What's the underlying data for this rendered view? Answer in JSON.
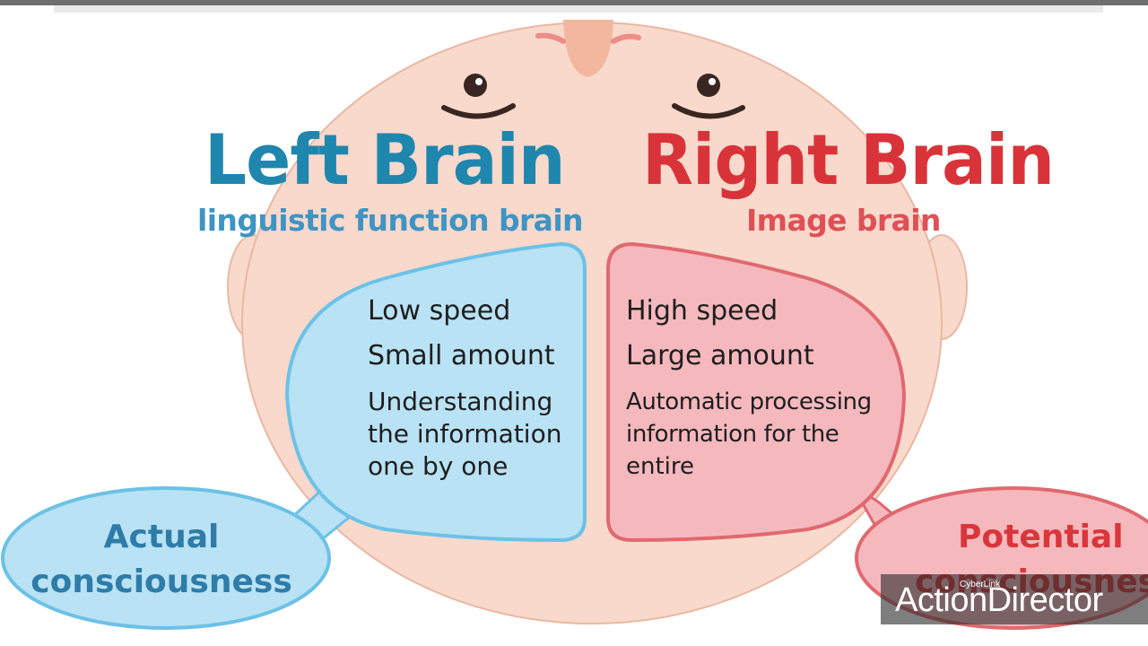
{
  "left_brain": {
    "title": "Left Brain",
    "subtitle": "linguistic function brain",
    "items": [
      "Low speed",
      "Small amount",
      "Understanding",
      "the information",
      "one by one"
    ],
    "bubble": [
      "Actual",
      "consciousness"
    ],
    "color": "#1f86ad",
    "fill": "#b9e2f4"
  },
  "right_brain": {
    "title": "Right Brain",
    "subtitle": "Image brain",
    "items": [
      "High speed",
      "Large amount",
      "Automatic processing",
      "information for the",
      "entire"
    ],
    "bubble": [
      "Potential",
      "consciousness"
    ],
    "color": "#d9333a",
    "fill": "#f5b8bd"
  },
  "head_color": "#f8d9cc",
  "watermark": {
    "small": "CyberLink",
    "big": "ActionDirector"
  }
}
